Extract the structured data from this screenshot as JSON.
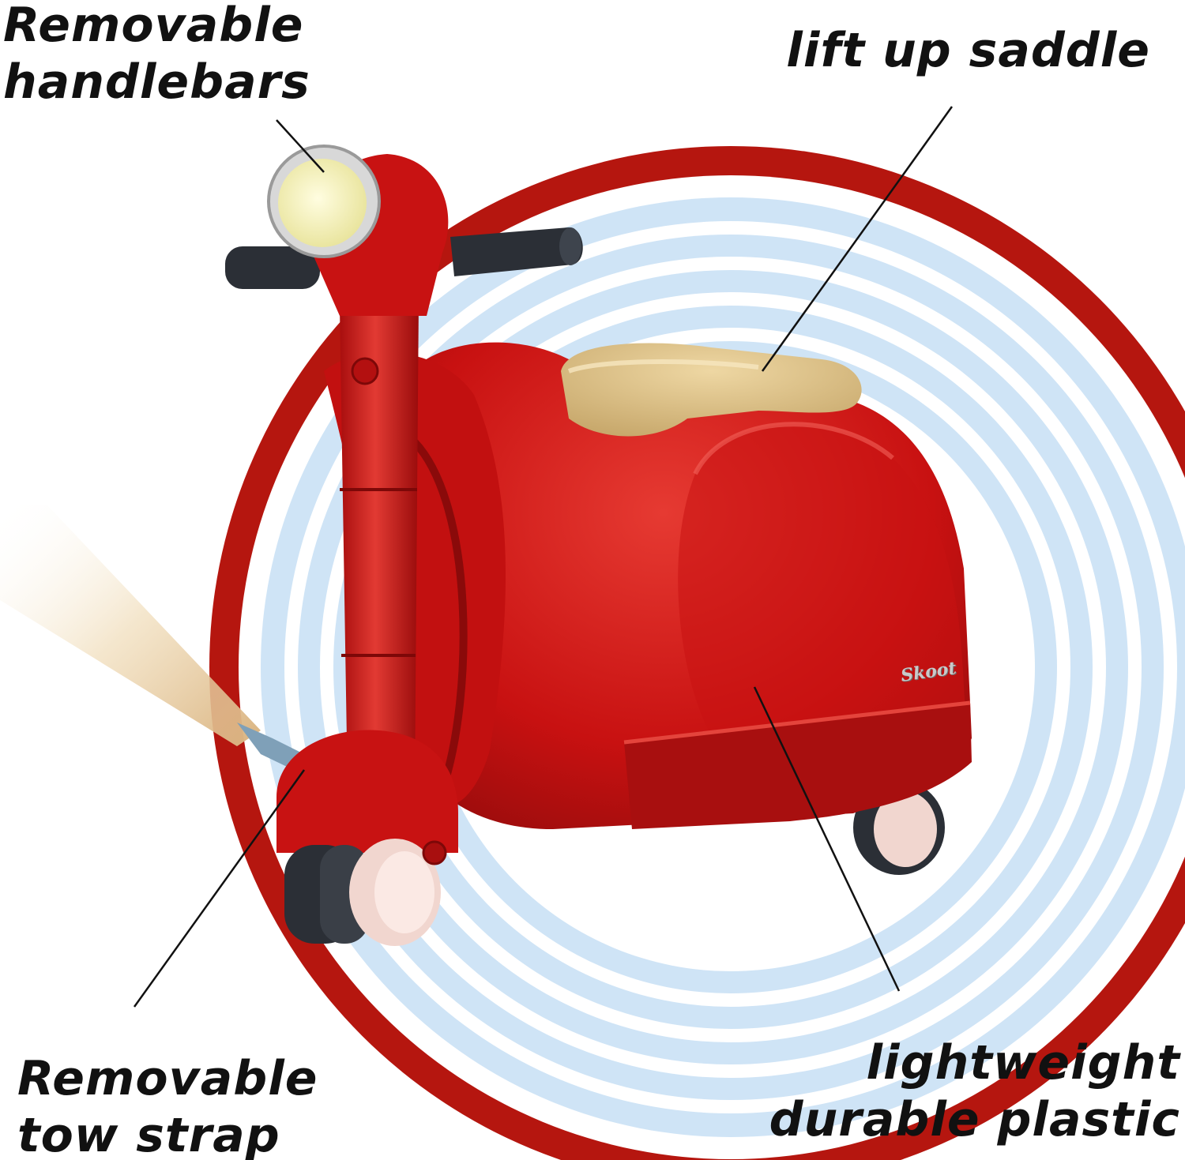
{
  "callouts": {
    "handlebars": [
      "Removable",
      "handlebars"
    ],
    "saddle": [
      "lift up saddle"
    ],
    "tow_strap": [
      "Removable",
      "tow strap"
    ],
    "plastic": [
      "lightweight",
      "durable plastic"
    ]
  },
  "brand_badge": "Skoot",
  "colors": {
    "ring_red": "#b5160f",
    "body_red": "#d11414",
    "body_dark": "#8f0b0b",
    "stripe_blue": "#cfe4f6",
    "saddle_tan": "#d9bf86",
    "headlight": "#f4f0b8",
    "tire": "#2b2f36",
    "hub": "#f1d6cf",
    "strap": "#e8c99a",
    "clip": "#7fa0b8"
  },
  "icons": {
    "product": "scooter-suitcase-illustration"
  }
}
